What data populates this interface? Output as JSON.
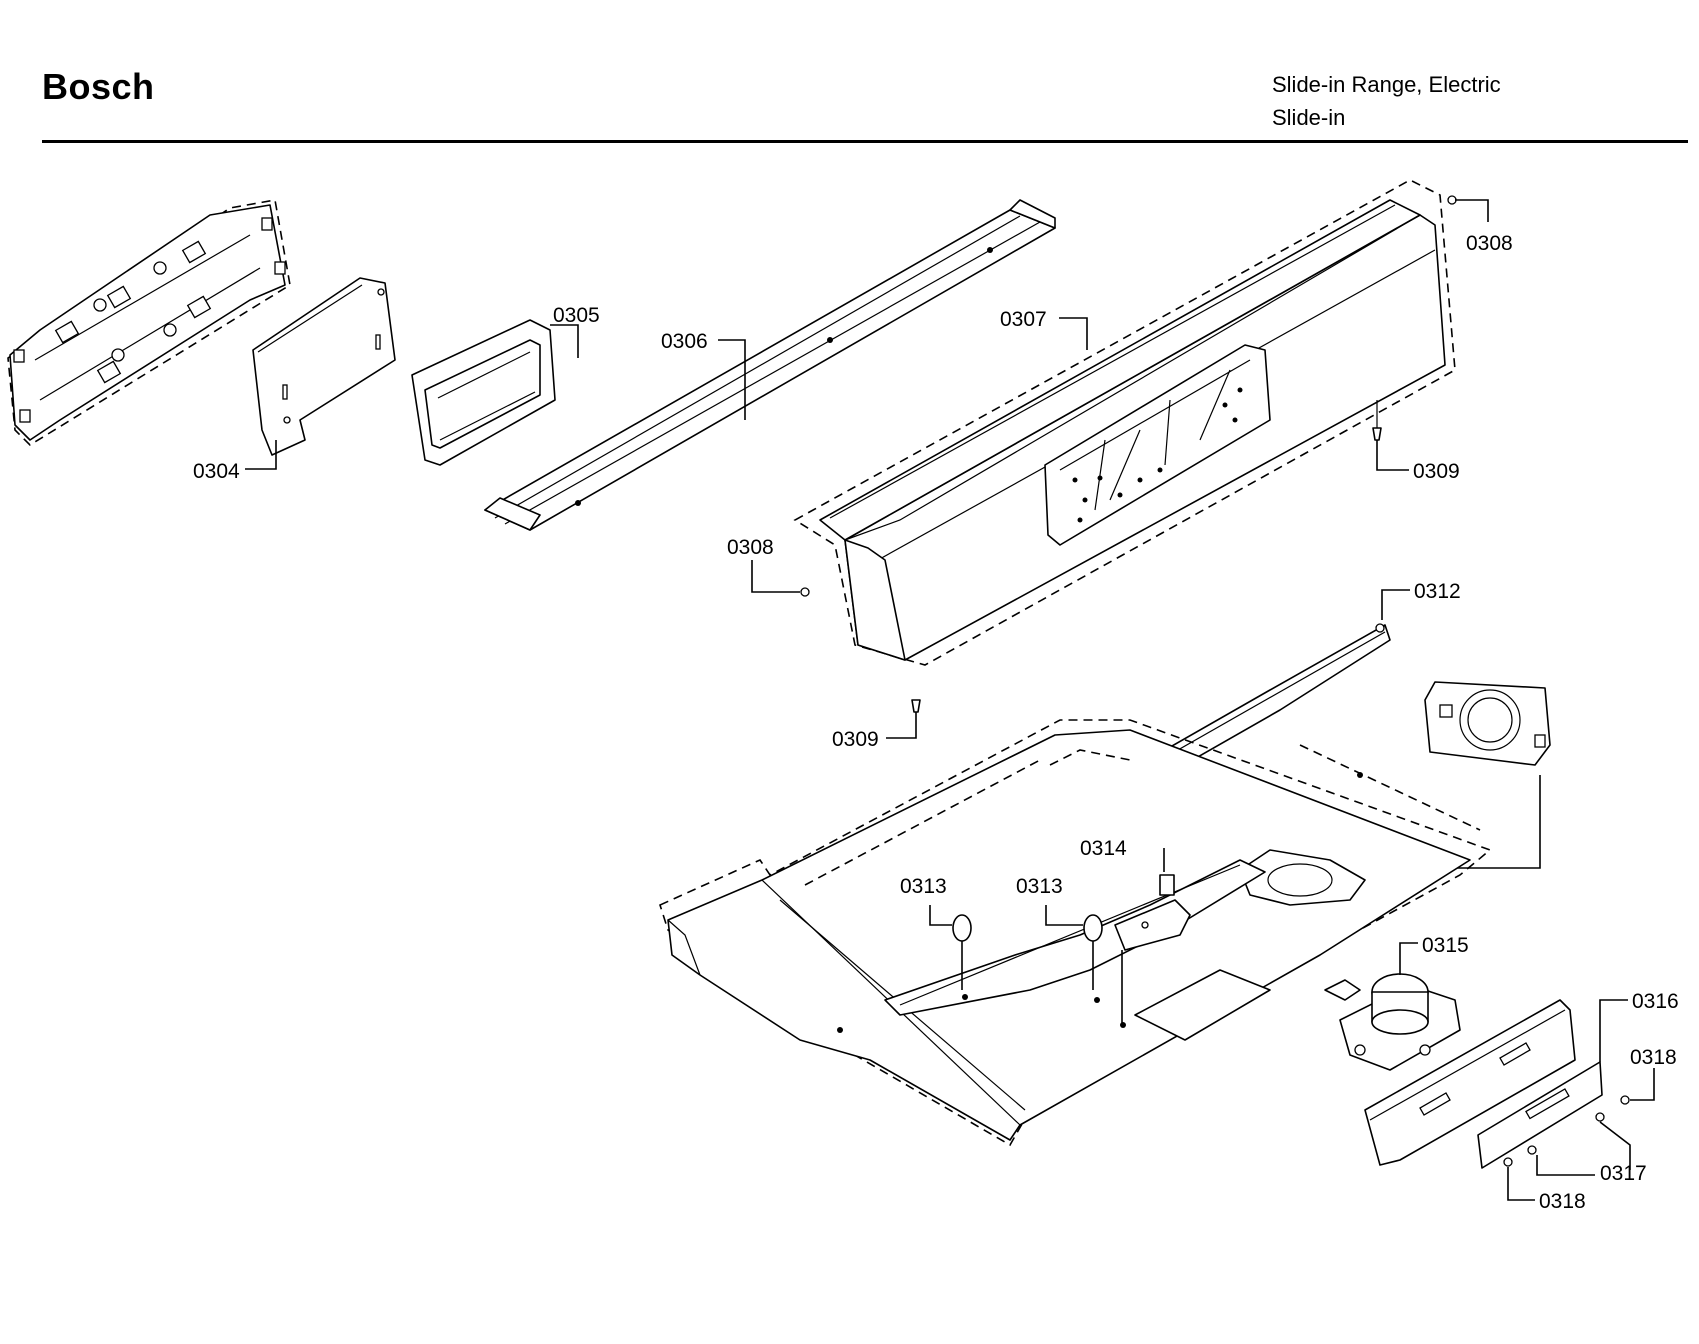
{
  "header": {
    "brand": "Bosch",
    "product_line1": "Slide-in Range, Electric",
    "product_line2": "Slide-in"
  },
  "callouts": {
    "p0304": "0304",
    "p0305": "0305",
    "p0306": "0306",
    "p0307": "0307",
    "p0308_top": "0308",
    "p0308_left": "0308",
    "p0309_right": "0309",
    "p0309_bottom": "0309",
    "p0312": "0312",
    "p0313_a": "0313",
    "p0313_b": "0313",
    "p0314": "0314",
    "p0315": "0315",
    "p0316": "0316",
    "p0317": "0317",
    "p0318_top": "0318",
    "p0318_bottom": "0318"
  }
}
